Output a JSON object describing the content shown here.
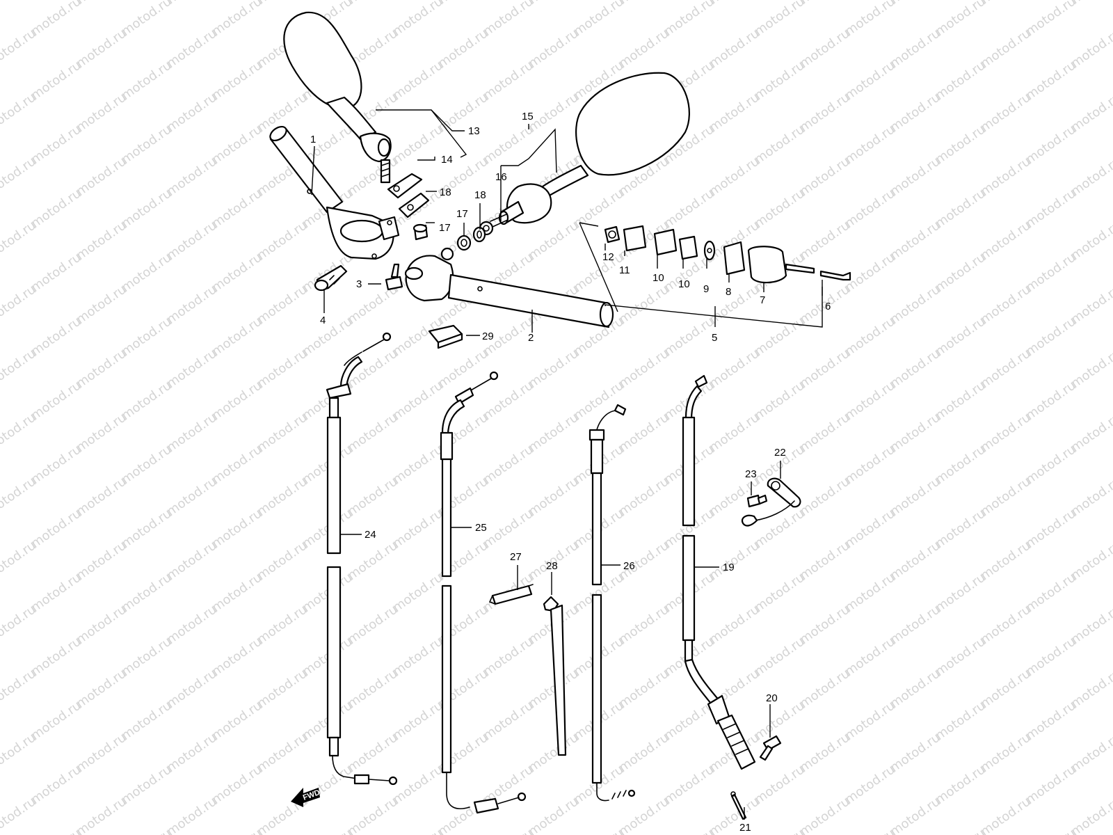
{
  "diagram": {
    "watermark": "motod.ru",
    "fwd_label": "FWD",
    "callouts": [
      {
        "id": "1",
        "part": "handlebar-left"
      },
      {
        "id": "2",
        "part": "handlebar-right"
      },
      {
        "id": "3",
        "part": "bolt"
      },
      {
        "id": "4",
        "part": "bolt"
      },
      {
        "id": "5",
        "part": "balancer-set"
      },
      {
        "id": "6",
        "part": "screw"
      },
      {
        "id": "7",
        "part": "balancer-weight"
      },
      {
        "id": "8",
        "part": "balancer"
      },
      {
        "id": "9",
        "part": "washer"
      },
      {
        "id": "10",
        "part": "spacer"
      },
      {
        "id": "10",
        "part": "spacer"
      },
      {
        "id": "11",
        "part": "spacer"
      },
      {
        "id": "12",
        "part": "nut"
      },
      {
        "id": "13",
        "part": "mirror-left-assembly"
      },
      {
        "id": "14",
        "part": "stud"
      },
      {
        "id": "15",
        "part": "mirror-right-assembly"
      },
      {
        "id": "16",
        "part": "stud"
      },
      {
        "id": "17",
        "part": "nut"
      },
      {
        "id": "17",
        "part": "nut"
      },
      {
        "id": "18",
        "part": "plate"
      },
      {
        "id": "18",
        "part": "plate"
      },
      {
        "id": "19",
        "part": "clutch-cable"
      },
      {
        "id": "20",
        "part": "bolt"
      },
      {
        "id": "21",
        "part": "pin"
      },
      {
        "id": "22",
        "part": "bracket"
      },
      {
        "id": "23",
        "part": "bolt"
      },
      {
        "id": "24",
        "part": "throttle-cable"
      },
      {
        "id": "25",
        "part": "throttle-cable"
      },
      {
        "id": "26",
        "part": "starter-cable"
      },
      {
        "id": "27",
        "part": "clamp"
      },
      {
        "id": "28",
        "part": "band"
      },
      {
        "id": "29",
        "part": "weight-block"
      }
    ]
  }
}
